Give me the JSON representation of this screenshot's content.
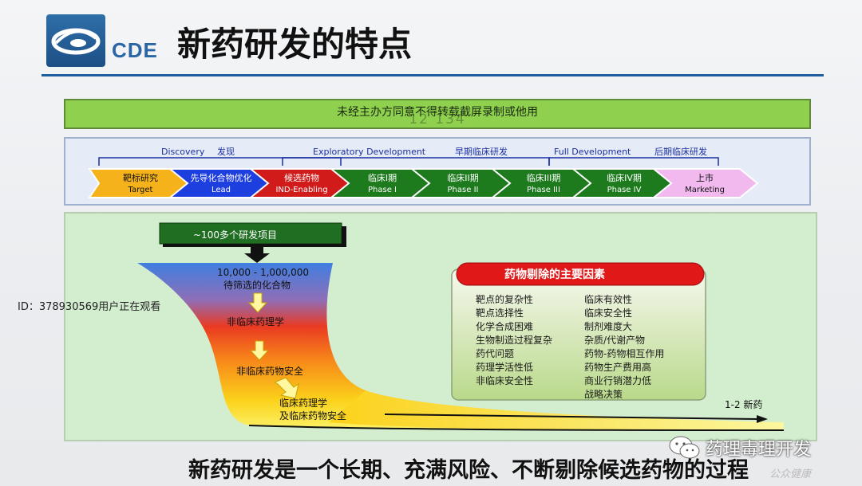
{
  "header": {
    "logo_text": "CDE",
    "title": "新药研发的特点"
  },
  "notice": {
    "text": "未经主办方同意不得转载截屏录制或他用",
    "faded": "12 134"
  },
  "stage_groups": [
    {
      "en": "Discovery",
      "cn": "发现"
    },
    {
      "en": "Exploratory Development",
      "cn": "早期临床研发"
    },
    {
      "en": "Full Development",
      "cn": "后期临床研发"
    }
  ],
  "phases": [
    {
      "cn": "靶标研究",
      "en": "Target",
      "color": "#f6b21a",
      "text_color": "#111111"
    },
    {
      "cn": "先导化合物优化",
      "en": "Lead",
      "color": "#1e3fe0",
      "text_color": "#ffffff"
    },
    {
      "cn": "候选药物",
      "en": "IND-Enabling",
      "color": "#d11a1a",
      "text_color": "#ffffff"
    },
    {
      "cn": "临床I期",
      "en": "Phase I",
      "color": "#1d7a1d",
      "text_color": "#ffffff"
    },
    {
      "cn": "临床II期",
      "en": "Phase II",
      "color": "#1d7a1d",
      "text_color": "#ffffff"
    },
    {
      "cn": "临床III期",
      "en": "Phase III",
      "color": "#1d7a1d",
      "text_color": "#ffffff"
    },
    {
      "cn": "临床IV期",
      "en": "Phase IV",
      "color": "#1d7a1d",
      "text_color": "#ffffff"
    },
    {
      "cn": "上市",
      "en": "Marketing",
      "color": "#f2b9ef",
      "text_color": "#111111"
    }
  ],
  "funnel": {
    "projects_label": "~100多个研发项目",
    "compounds_count": "10,000 - 1,000,000",
    "compounds_label": "待筛选的化合物",
    "step1": "非临床药理学",
    "step2": "非临床药物安全",
    "step3_line1": "临床药理学",
    "step3_line2": "及临床药物安全",
    "result": "1-2 新药"
  },
  "elimination": {
    "title": "药物剔除的主要因素",
    "left": [
      "靶点的复杂性",
      "靶点选择性",
      "化学合成困难",
      "生物制造过程复杂",
      "药代问题",
      "药理学活性低",
      "非临床安全性"
    ],
    "right": [
      "临床有效性",
      "临床安全性",
      "制剂难度大",
      "杂质/代谢产物",
      "药物-药物相互作用",
      "药物生产费用高",
      "商业行销潜力低",
      "战略决策"
    ]
  },
  "overlay": {
    "viewer_id": "ID：378930569用户正在观看",
    "wechat_name": "药理毒理开发",
    "wechat_sub": "公众健康"
  },
  "footer": {
    "caption": "新药研发是一个长期、充满风险、不断剔除候选药物的过程"
  }
}
